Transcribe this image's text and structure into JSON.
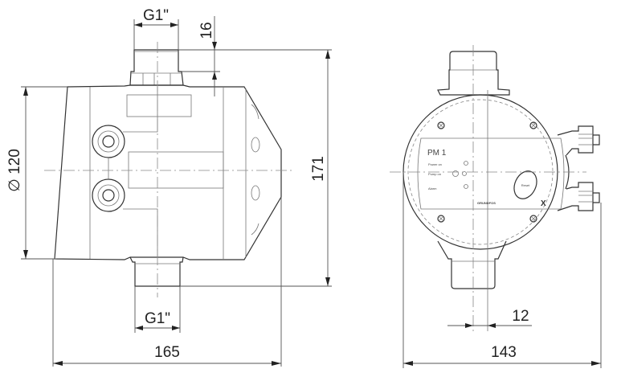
{
  "drawing": {
    "side_view": {
      "top_connection_label": "G1\"",
      "bottom_connection_label": "G1\"",
      "thread_height_label": "16",
      "diameter_label": "∅ 120",
      "height_label": "171",
      "width_label": "165"
    },
    "front_view": {
      "model_label": "PM 1",
      "indicator_labels": [
        "Power on",
        "Pump on",
        "Alarm"
      ],
      "button_label": "Reset",
      "brand_label": "GRUNDFOS",
      "offset_label": "12",
      "width_label": "143"
    }
  }
}
